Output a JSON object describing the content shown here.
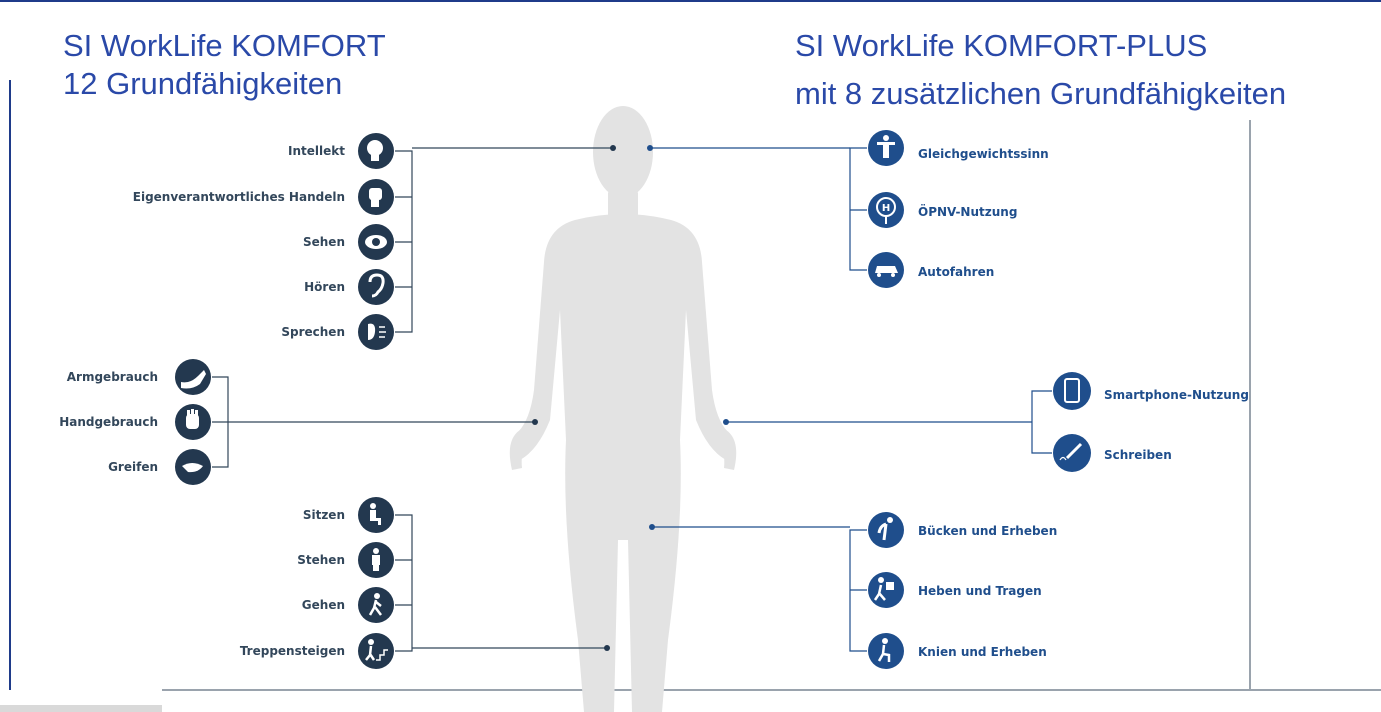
{
  "header": {
    "left_title_line1": "SI WorkLife KOMFORT",
    "left_title_line2": "12 Grundfähigkeiten",
    "right_title_line1": "SI WorkLife KOMFORT-PLUS",
    "right_title_line2": "mit 8 zusätzlichen Grundfähigkeiten"
  },
  "colors": {
    "title": "#2a49a8",
    "circle_left": "#23384f",
    "circle_right": "#1f4e8c",
    "line": "#33475b",
    "silhouette": "#e3e3e3",
    "frame": "#1f3b8a"
  },
  "left_abilities": {
    "head": [
      {
        "label": "Intellekt",
        "icon": "brain-head-icon"
      },
      {
        "label": "Eigenverantwortliches Handeln",
        "icon": "raised-fist-icon"
      },
      {
        "label": "Sehen",
        "icon": "eye-icon"
      },
      {
        "label": "Hören",
        "icon": "ear-icon"
      },
      {
        "label": "Sprechen",
        "icon": "speaking-head-icon"
      }
    ],
    "arms": [
      {
        "label": "Armgebrauch",
        "icon": "arm-icon"
      },
      {
        "label": "Handgebrauch",
        "icon": "hand-icon"
      },
      {
        "label": "Greifen",
        "icon": "grip-hand-icon"
      }
    ],
    "legs": [
      {
        "label": "Sitzen",
        "icon": "sitting-person-icon"
      },
      {
        "label": "Stehen",
        "icon": "standing-person-icon"
      },
      {
        "label": "Gehen",
        "icon": "walking-person-icon"
      },
      {
        "label": "Treppensteigen",
        "icon": "stairs-person-icon"
      }
    ]
  },
  "right_abilities": {
    "head": [
      {
        "label": "Gleichgewichtssinn",
        "icon": "balance-person-icon"
      },
      {
        "label": "ÖPNV-Nutzung",
        "icon": "bus-stop-icon"
      },
      {
        "label": "Autofahren",
        "icon": "car-icon"
      }
    ],
    "arms": [
      {
        "label": "Smartphone-Nutzung",
        "icon": "smartphone-icon"
      },
      {
        "label": "Schreiben",
        "icon": "writing-pen-icon"
      }
    ],
    "body": [
      {
        "label": "Bücken und Erheben",
        "icon": "bending-person-icon"
      },
      {
        "label": "Heben und Tragen",
        "icon": "lifting-person-icon"
      },
      {
        "label": "Knien und Erheben",
        "icon": "kneeling-person-icon"
      }
    ]
  }
}
